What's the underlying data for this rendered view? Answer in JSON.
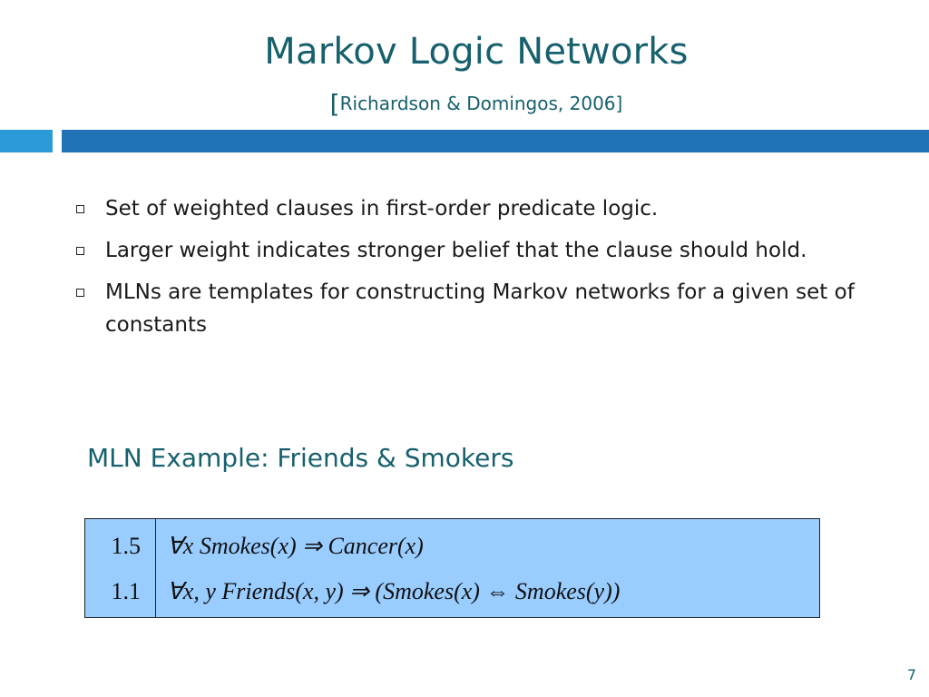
{
  "slide": {
    "title": "Markov Logic Networks",
    "citation_open": "[",
    "citation_text": "Richardson & Domingos, 2006]",
    "page_number": "7",
    "colors": {
      "title": "#17606d",
      "bar_left": "#2a9bd6",
      "bar_right": "#1f73b6",
      "table_bg": "#99ccff"
    }
  },
  "bullets": [
    {
      "icon": "square-bullet-icon",
      "text": "Set of weighted clauses in first-order predicate logic."
    },
    {
      "icon": "square-bullet-icon",
      "text": "Larger weight indicates stronger belief that the clause should hold."
    },
    {
      "icon": "square-bullet-icon",
      "text": "MLNs are templates for constructing Markov networks for a given set of constants"
    }
  ],
  "example": {
    "title": "MLN Example: Friends & Smokers",
    "rows": [
      {
        "weight": "1.5",
        "formula": "∀x Smokes(x) ⇒ Cancer(x)"
      },
      {
        "weight": "1.1",
        "formula": "∀x, y Friends(x, y) ⇒ (Smokes(x) ⇔ Smokes(y))"
      }
    ]
  }
}
